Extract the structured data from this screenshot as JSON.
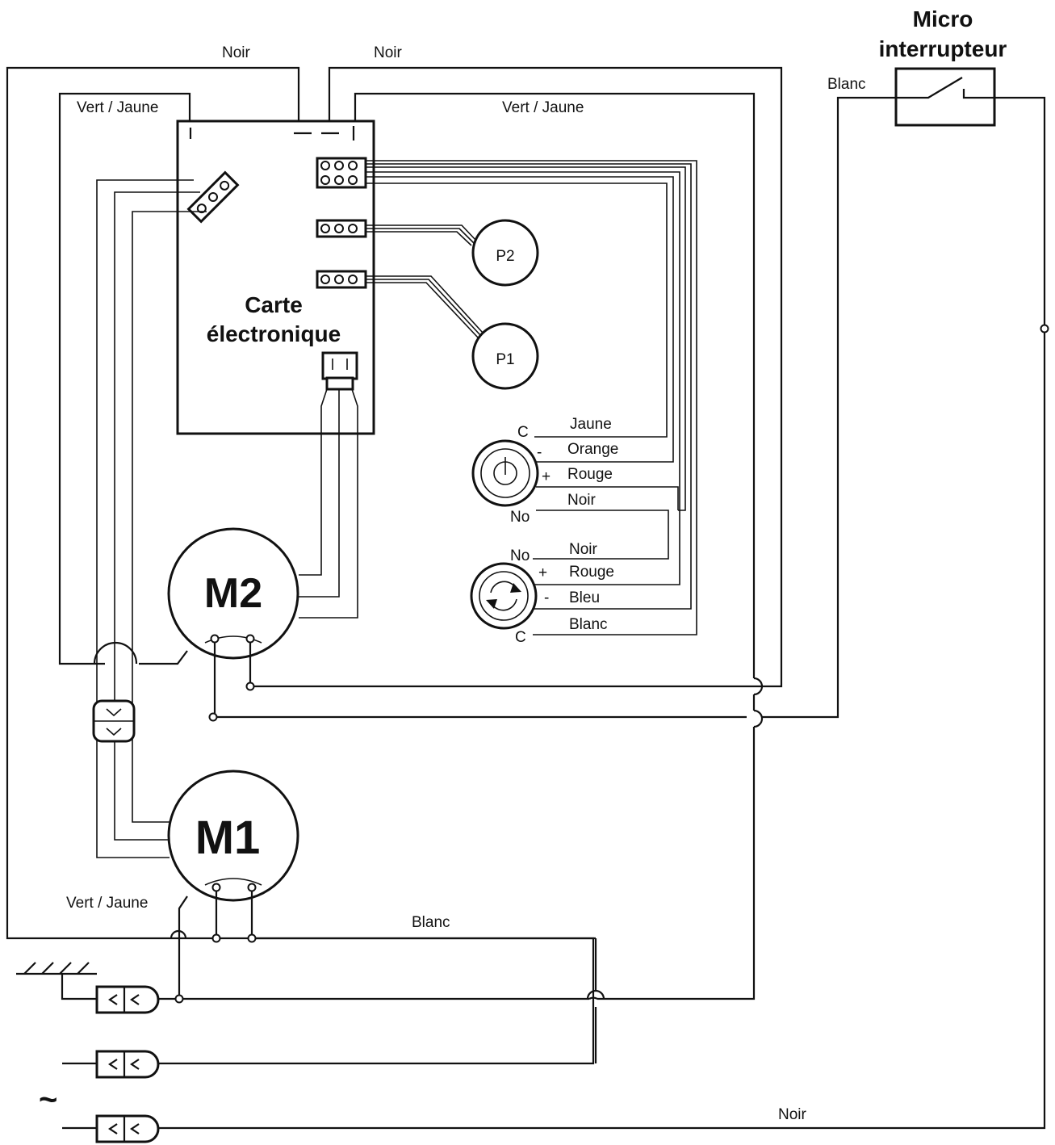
{
  "labels": {
    "micro_switch_line1": "Micro",
    "micro_switch_line2": "interrupteur",
    "board_line1": "Carte",
    "board_line2": "électronique",
    "m2": "M2",
    "m1": "M1",
    "p1": "P1",
    "p2": "P2",
    "ac_symbol": "~"
  },
  "wire_labels": {
    "noir_left": "Noir",
    "noir_right": "Noir",
    "vert_jaune_top_left": "Vert / Jaune",
    "vert_jaune_top_right": "Vert / Jaune",
    "blanc_switch": "Blanc",
    "vert_jaune_m1": "Vert / Jaune",
    "blanc_bottom": "Blanc",
    "noir_bottom": "Noir"
  },
  "power_button": {
    "pins": [
      "C",
      "-",
      "+",
      "No"
    ],
    "wires": [
      "Jaune",
      "Orange",
      "Rouge",
      "Noir"
    ]
  },
  "rotate_button": {
    "pins": [
      "No",
      "+",
      "-",
      "C"
    ],
    "wires": [
      "Noir",
      "Rouge",
      "Bleu",
      "Blanc"
    ]
  }
}
